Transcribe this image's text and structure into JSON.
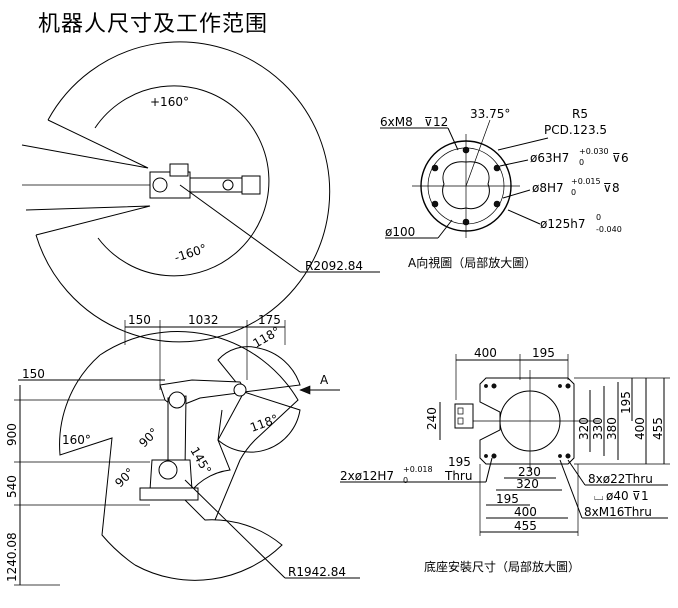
{
  "title": "机器人尺寸及工作范围",
  "top_view": {
    "angle_pos": "+160°",
    "angle_neg": "-160°",
    "radius": "R2092.84"
  },
  "flange_view": {
    "holes": "6xM8",
    "holes_depth": "12",
    "angle": "33.75°",
    "r": "R5",
    "pcd": "PCD.123.5",
    "bore_base": "ø63H7",
    "bore_tol_upper": "+0.030",
    "bore_tol_lower": "0",
    "bore_depth": "6",
    "pin_base": "ø8H7",
    "pin_tol_upper": "+0.015",
    "pin_tol_lower": "0",
    "pin_depth": "8",
    "outer_base": "ø125h7",
    "outer_tol_upper": "0",
    "outer_tol_lower": "-0.040",
    "inner_dia": "ø100",
    "caption": "A向視圖（局部放大圖）"
  },
  "side_view": {
    "top_dims": [
      "150",
      "1032",
      "175"
    ],
    "left_150": "150",
    "vertical_dims": [
      "900",
      "540",
      "1240.08"
    ],
    "angle_118_upper": "118°",
    "angle_118_lower": "118°",
    "angle_160": "160°",
    "angle_90a": "90°",
    "angle_145": "145°",
    "angle_90b": "90°",
    "view_label": "A",
    "radius": "R1942.84"
  },
  "base_view": {
    "top_400": "400",
    "top_195": "195",
    "left_240": "240",
    "left_195": "195",
    "right_dims": [
      "320",
      "330",
      "380",
      "195",
      "400",
      "455"
    ],
    "pin_holes_base": "2xø12H7",
    "pin_holes_tol_upper": "+0.018",
    "pin_holes_tol_lower": "0",
    "pin_holes_suffix": "Thru",
    "bottom_dims": [
      "230",
      "320",
      "195",
      "400",
      "455"
    ],
    "holes_thru": "8xø22Thru",
    "counterbore": "ø40",
    "counterbore_depth": "1",
    "tapped": "8xM16Thru",
    "caption": "底座安裝尺寸（局部放大圖）"
  }
}
